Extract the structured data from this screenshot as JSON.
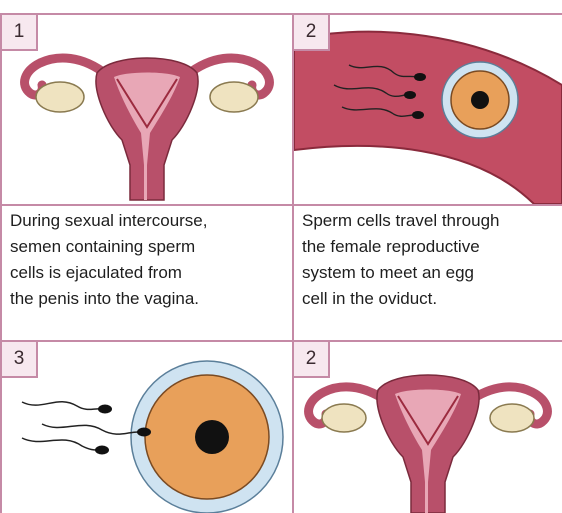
{
  "panels": [
    {
      "number": "1",
      "scene": "uterus-and-ovaries"
    },
    {
      "number": "2",
      "scene": "oviduct-with-sperm-and-egg"
    },
    {
      "number": "3",
      "scene": "sperm-reaching-egg-cell"
    },
    {
      "number": "2",
      "scene": "uterus-and-ovaries"
    }
  ],
  "captions": [
    {
      "lines": [
        "During sexual intercourse,",
        "semen containing sperm",
        "cells is ejaculated from",
        "the penis into the vagina."
      ]
    },
    {
      "lines": [
        "Sperm cells travel through",
        "the female reproductive",
        "system to meet an egg",
        "cell in the oviduct."
      ]
    }
  ],
  "colors": {
    "border": "#c58aa6",
    "number_box": "#f7e8ef",
    "uterus_wall": "#b8506a",
    "uterus_inner": "#e8a7b6",
    "oviduct": "#c24d63",
    "egg_outer": "#cfe3f1",
    "egg_cytoplasm": "#e8a05a",
    "nucleus": "#111111",
    "ovary": "#efe3c0"
  }
}
